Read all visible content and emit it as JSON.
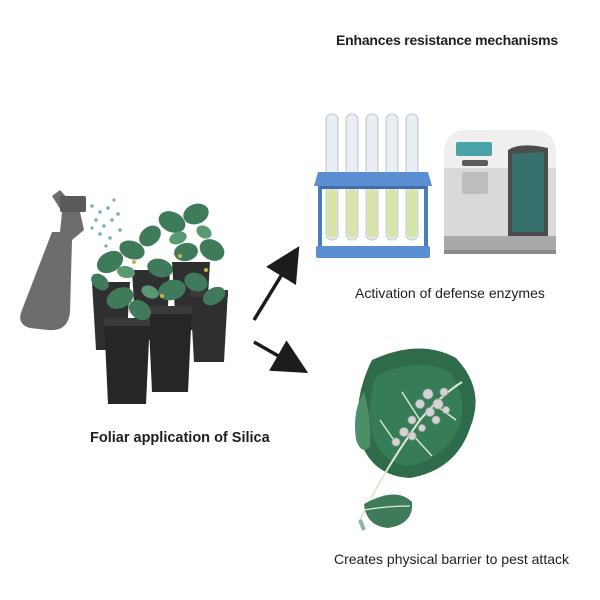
{
  "header": {
    "title": "Enhances resistance mechanisms"
  },
  "left": {
    "caption": "Foliar application of Silica"
  },
  "effects": [
    {
      "caption": "Activation of defense enzymes",
      "icons": [
        "test-tube-rack-icon",
        "spectrophotometer-icon"
      ]
    },
    {
      "caption": "Creates physical barrier to pest attack",
      "icons": [
        "leaf-icon"
      ]
    }
  ],
  "colors": {
    "sprayer": "#6d6d6d",
    "pot": "#2f2f2f",
    "plant_leaf": "#3f7a5a",
    "rack": "#5b8fd1",
    "tube_liquid": "#d7e6a8",
    "leaf": "#2e6b4a",
    "arrow": "#1c1c1c"
  }
}
